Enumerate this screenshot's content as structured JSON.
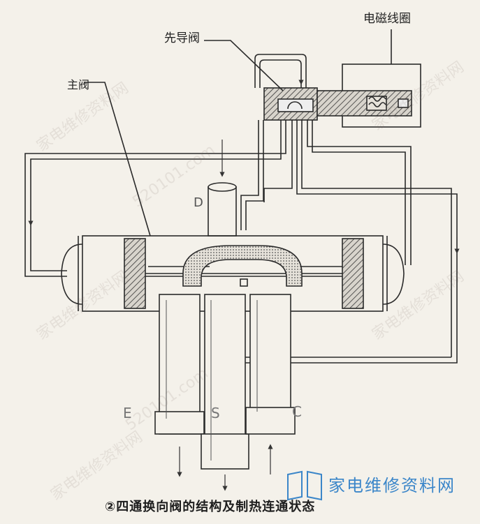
{
  "labels": {
    "solenoid_coil": "电磁线圈",
    "pilot_valve": "先导阀",
    "main_valve": "主阀",
    "port_d": "D",
    "port_e": "E",
    "port_s": "S",
    "port_c": "C"
  },
  "caption": "②四通换向阀的结构及制热连通状态",
  "watermarks": {
    "brand": "家电维修资料网",
    "domain": "520101.com",
    "repeat_text": "家电维修资料网"
  },
  "colors": {
    "background": "#f4f1ea",
    "line": "#2a2a2a",
    "hatch": "#444444",
    "watermark_blue": "#3b86c9"
  }
}
